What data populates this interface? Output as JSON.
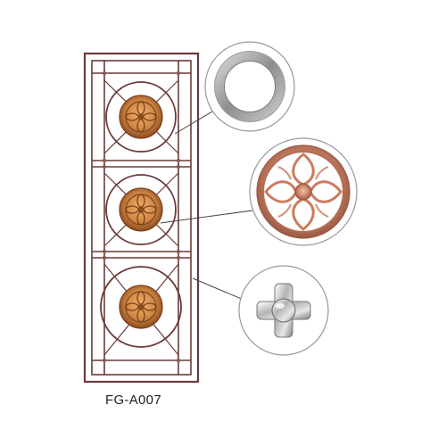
{
  "product": {
    "model_code": "FG-A007",
    "frame_color": "#6b3a3a",
    "medallion_color": "#c8783e",
    "panel_count": 3
  },
  "details": [
    {
      "name": "ring-detail",
      "color": "#a9a9a9"
    },
    {
      "name": "medallion-detail",
      "color": "#c97d5d"
    },
    {
      "name": "connector-detail",
      "color": "#c0c0c0"
    }
  ]
}
